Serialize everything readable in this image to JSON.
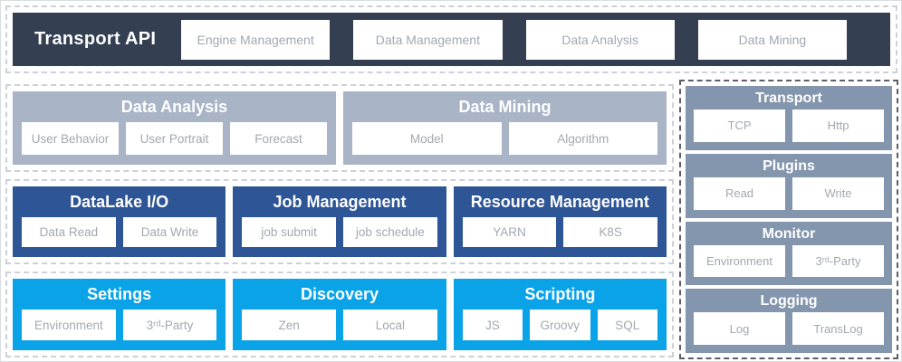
{
  "colors": {
    "top_bar_bg": "#343f52",
    "gray_panel_bg": "#aab4c7",
    "dark_blue_panel_bg": "#2e5596",
    "cyan_panel_bg": "#0aa3e8",
    "slate_panel_bg": "#8496ad",
    "box_bg": "#ffffff",
    "box_text": "#a3a8b0",
    "dashed_border_light": "#ccd1d8",
    "dashed_border_dark": "#5a5f68"
  },
  "top_bar": {
    "title": "Transport API",
    "items": [
      "Engine Management",
      "Data Management",
      "Data Analysis",
      "Data Mining"
    ]
  },
  "rows": [
    {
      "panels": [
        {
          "title": "Data Analysis",
          "items": [
            "User Behavior",
            "User Portrait",
            "Forecast"
          ]
        },
        {
          "title": "Data Mining",
          "items": [
            "Model",
            "Algorithm"
          ]
        }
      ]
    },
    {
      "panels": [
        {
          "title": "DataLake I/O",
          "items": [
            "Data Read",
            "Data Write"
          ]
        },
        {
          "title": "Job Management",
          "items": [
            "job submit",
            "job schedule"
          ]
        },
        {
          "title": "Resource Management",
          "items": [
            "YARN",
            "K8S"
          ]
        }
      ]
    },
    {
      "panels": [
        {
          "title": "Settings",
          "items": [
            "Environment",
            "3ʳᵈ-Party"
          ]
        },
        {
          "title": "Discovery",
          "items": [
            "Zen",
            "Local"
          ]
        },
        {
          "title": "Scripting",
          "items": [
            "JS",
            "Groovy",
            "SQL"
          ]
        }
      ]
    }
  ],
  "right_column": {
    "sections": [
      {
        "title": "Transport",
        "items": [
          "TCP",
          "Http"
        ]
      },
      {
        "title": "Plugins",
        "items": [
          "Read",
          "Write"
        ]
      },
      {
        "title": "Monitor",
        "items": [
          "Environment",
          "3ʳᵈ-Party"
        ]
      },
      {
        "title": "Logging",
        "items": [
          "Log",
          "TransLog"
        ]
      }
    ]
  }
}
